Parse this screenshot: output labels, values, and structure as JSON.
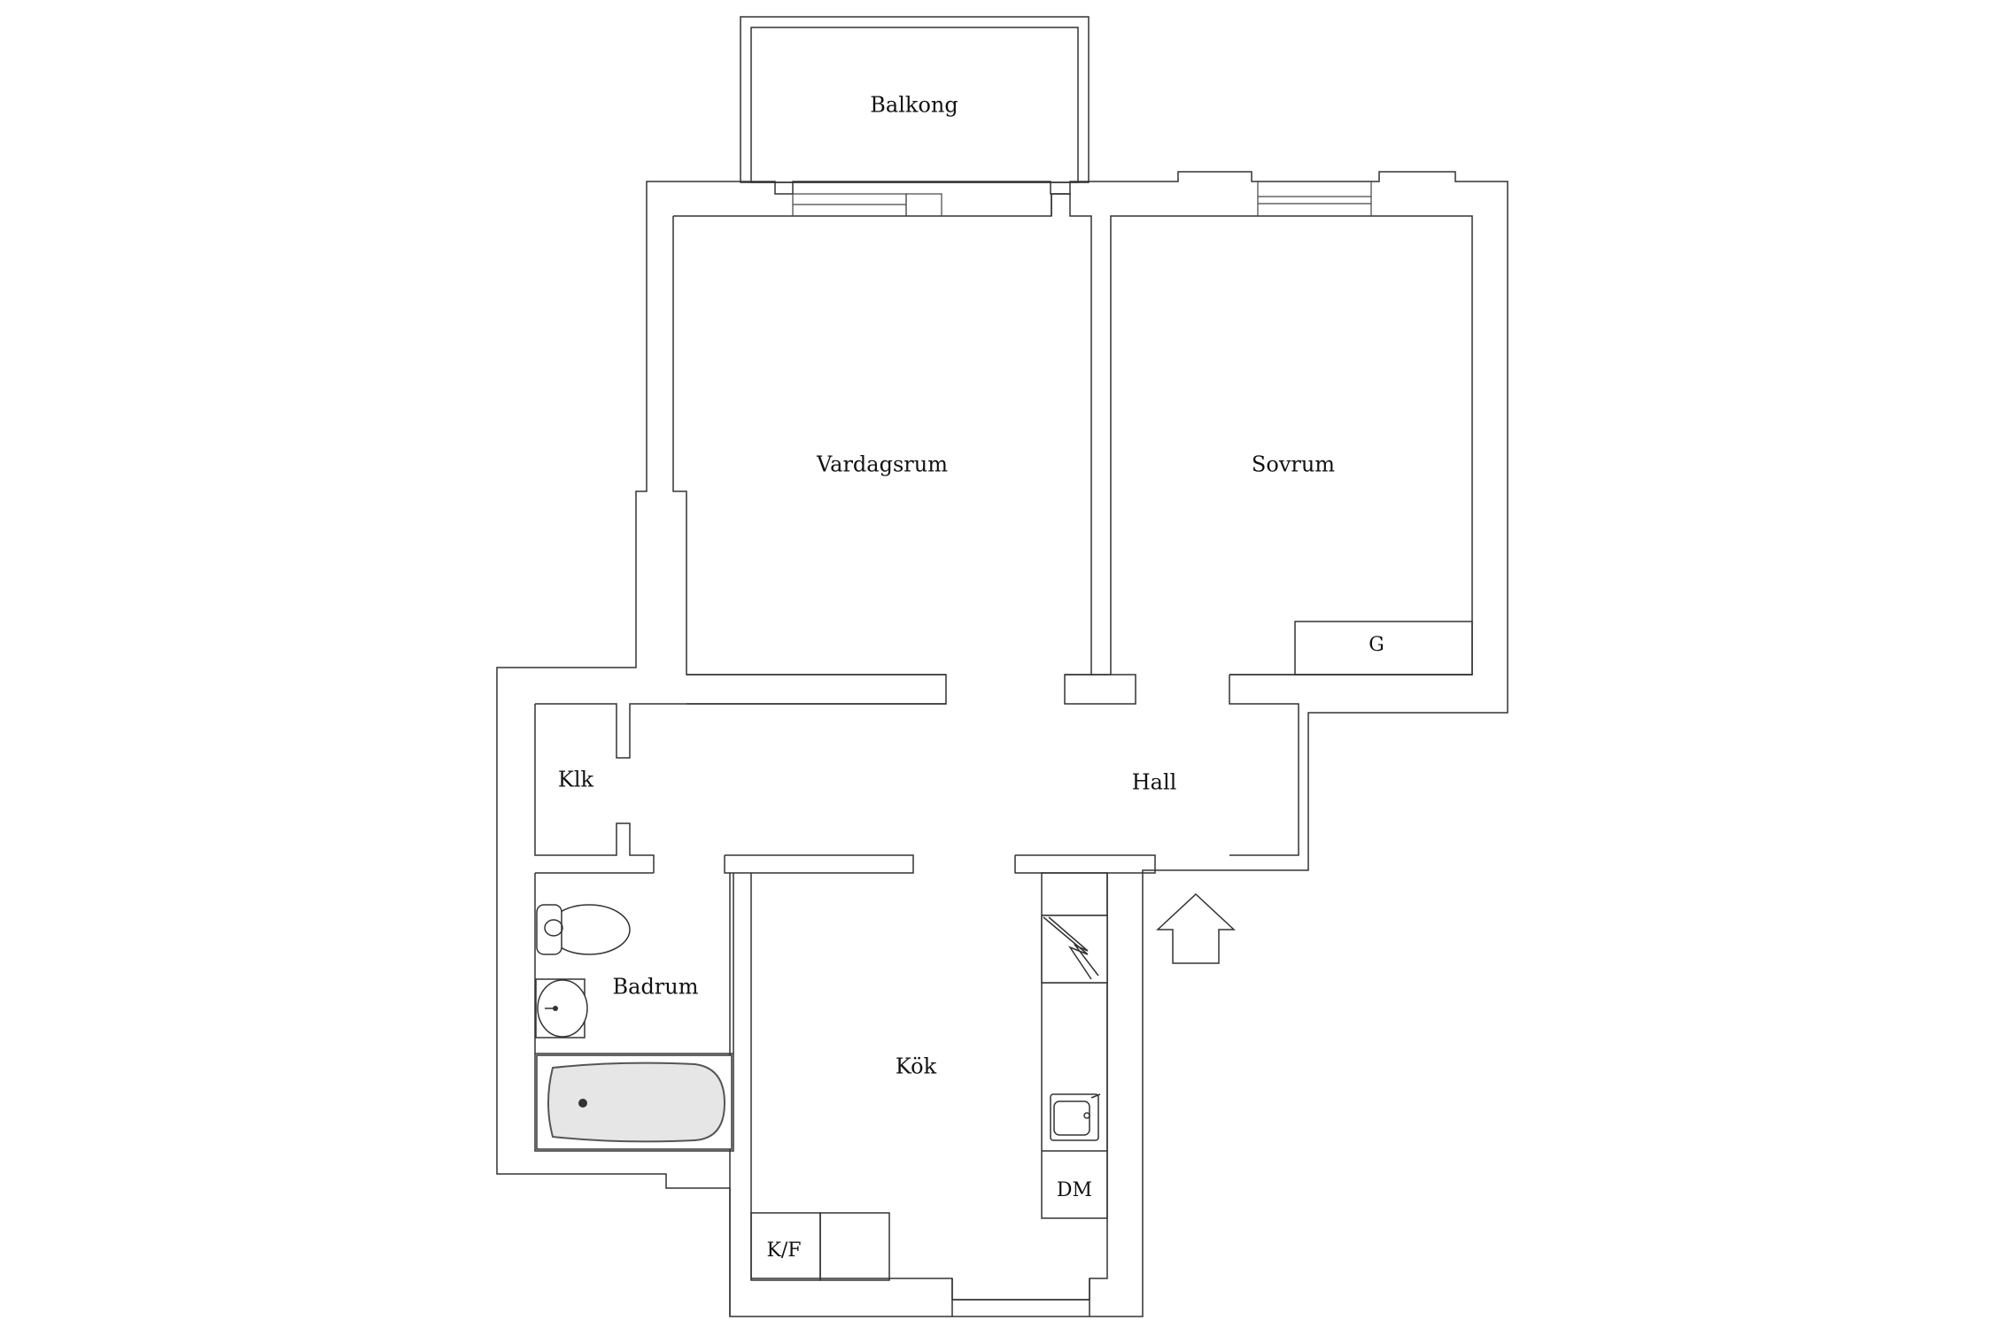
{
  "rooms": {
    "balkong": "Balkong",
    "vardagsrum": "Vardagsrum",
    "sovrum": "Sovrum",
    "garderob": "G",
    "klk": "Klk",
    "hall": "Hall",
    "badrum": "Badrum",
    "kok": "Kök",
    "diskmaskin": "DM",
    "kyl_frys": "K/F"
  },
  "icons": {
    "entrance": "entrance-arrow-icon",
    "toilet": "toilet-icon",
    "sink": "washbasin-icon",
    "bathtub": "bathtub-icon",
    "stove": "stove-icon",
    "kitchen_sink": "kitchen-sink-icon"
  },
  "colors": {
    "wall_stroke": "#333333",
    "background": "#ffffff",
    "text": "#111111"
  }
}
